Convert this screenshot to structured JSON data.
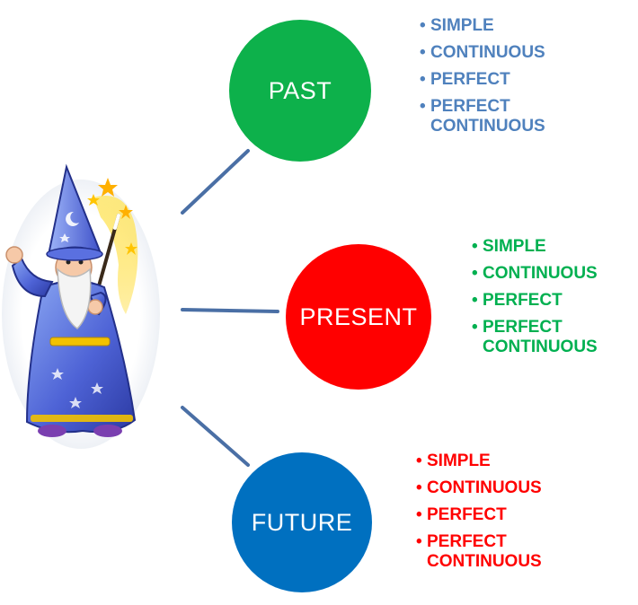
{
  "diagram": {
    "nodes": [
      {
        "id": "past",
        "label": "PAST",
        "fill": "#0db14b",
        "text_color": "#4f81bd",
        "items": [
          "SIMPLE",
          "CONTINUOUS",
          "PERFECT",
          "PERFECT CONTINUOUS"
        ]
      },
      {
        "id": "present",
        "label": "PRESENT",
        "fill": "#ff0000",
        "text_color": "#00b050",
        "items": [
          "SIMPLE",
          "CONTINUOUS",
          "PERFECT",
          "PERFECT CONTINUOUS"
        ]
      },
      {
        "id": "future",
        "label": "FUTURE",
        "fill": "#0070c0",
        "text_color": "#ff0000",
        "items": [
          "SIMPLE",
          "CONTINUOUS",
          "PERFECT",
          "PERFECT CONTINUOUS"
        ]
      }
    ],
    "bullet": "•",
    "connector_color": "#4a6fa5",
    "illustration": "wizard-illustration"
  }
}
